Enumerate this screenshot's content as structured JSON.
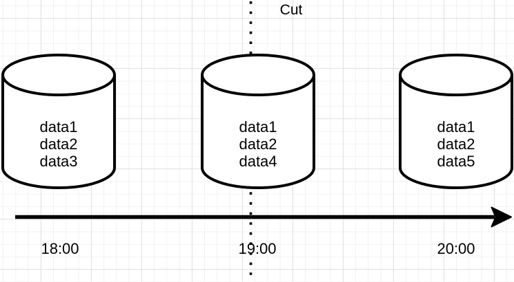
{
  "diagram": {
    "cut_label": "Cut",
    "databases": [
      {
        "lines": [
          "data1",
          "data2",
          "data3"
        ],
        "time": "18:00"
      },
      {
        "lines": [
          "data1",
          "data2",
          "data4"
        ],
        "time": "19:00"
      },
      {
        "lines": [
          "data1",
          "data2",
          "data5"
        ],
        "time": "20:00"
      }
    ],
    "timeline": {
      "times": [
        "18:00",
        "19:00",
        "20:00"
      ]
    },
    "colors": {
      "shape_stroke": "#000000",
      "shape_fill": "#ffffff",
      "background": "#ffffff",
      "grid_minor": "#f2f2f2",
      "grid_major": "#e2e2e2"
    }
  }
}
